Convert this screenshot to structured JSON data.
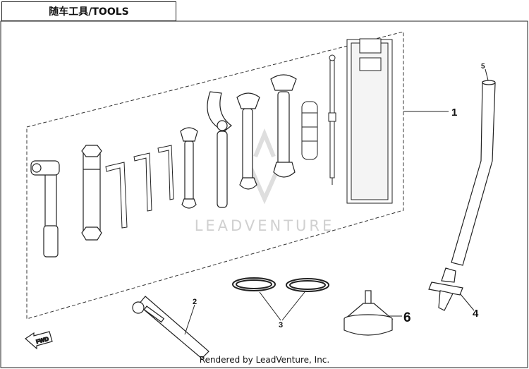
{
  "header": {
    "title": "随车工具/TOOLS"
  },
  "footer": {
    "credit": "Rendered by LeadVenture, Inc."
  },
  "watermark": {
    "text": "LEADVENTURE"
  },
  "direction_arrow": {
    "label": "FWD"
  },
  "callouts": [
    {
      "number": "1"
    },
    {
      "number": "2"
    },
    {
      "number": "3"
    },
    {
      "number": "4"
    },
    {
      "number": "5"
    },
    {
      "number": "6"
    }
  ]
}
